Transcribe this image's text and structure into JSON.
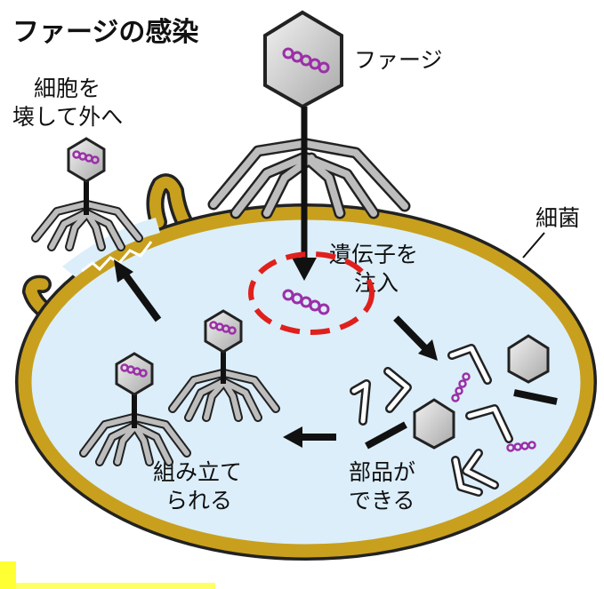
{
  "title": "ファージの感染",
  "labels": {
    "phage": "ファージ",
    "bacterium": "細菌",
    "inject": [
      "遺伝子を",
      "注入"
    ],
    "parts": [
      "部品が",
      "できる"
    ],
    "assemble": [
      "組み立て",
      "られる"
    ],
    "exit": [
      "細胞を",
      "壊して外へ"
    ]
  },
  "colors": {
    "cell_wall": "#c8a01e",
    "cytoplasm": "#dceefa",
    "dna": "#9b2fa8",
    "highlight": "#e0201c",
    "phage_head": "#d4d4d4",
    "legs": "#bdbdbd",
    "arrow": "#111111",
    "corner_mark": "#ffff33"
  }
}
